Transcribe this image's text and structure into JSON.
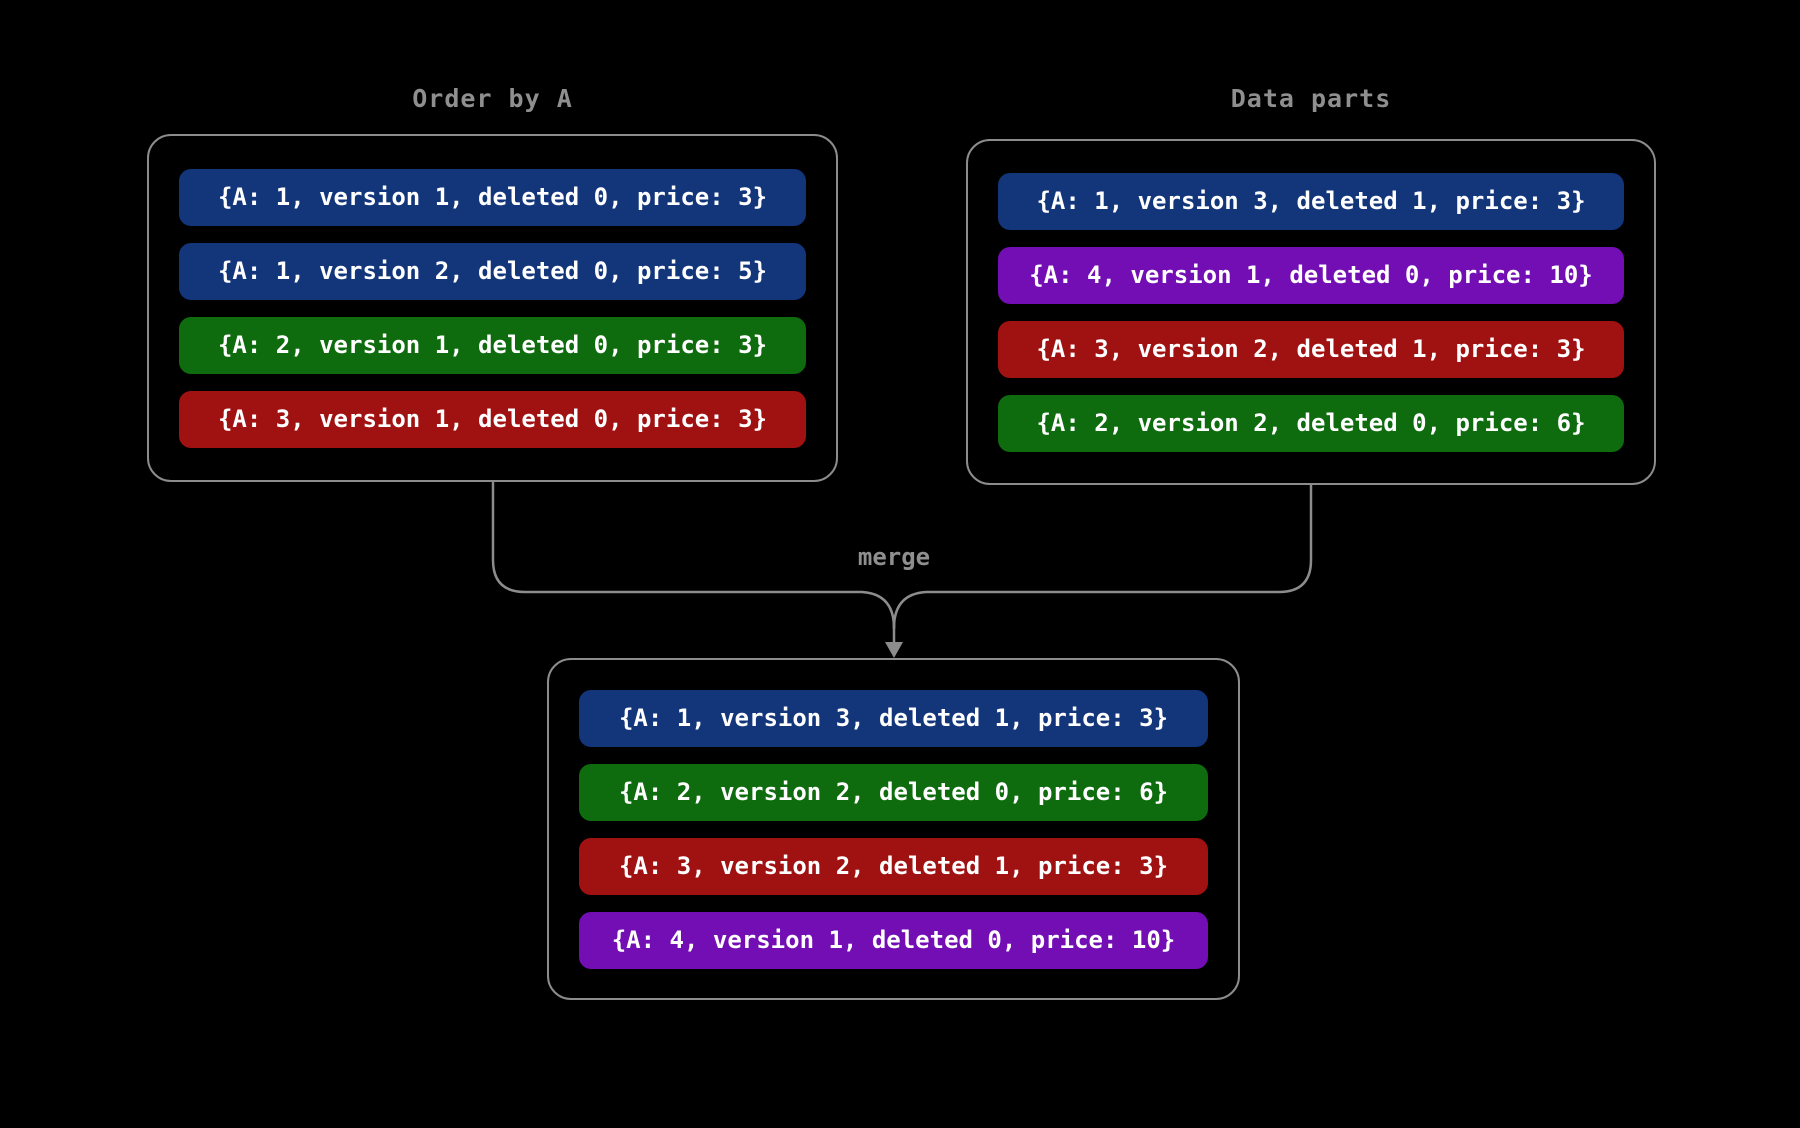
{
  "colors": {
    "background": "#000000",
    "panel_border": "#8c8c8c",
    "title_text": "#8f8f8f",
    "connector": "#8c8c8c",
    "row_text": "#ffffff"
  },
  "left_panel": {
    "title": "Order by A",
    "rows": [
      {
        "text": "{A: 1, version 1, deleted 0, price: 3}",
        "color": "#13357a"
      },
      {
        "text": "{A: 1, version 2, deleted 0, price: 5}",
        "color": "#13357a"
      },
      {
        "text": "{A: 2, version 1, deleted 0, price: 3}",
        "color": "#0e6b0e"
      },
      {
        "text": "{A: 3, version 1, deleted 0, price: 3}",
        "color": "#a01212"
      }
    ]
  },
  "right_panel": {
    "title": "Data parts",
    "rows": [
      {
        "text": "{A: 1, version 3, deleted 1, price: 3}",
        "color": "#13357a"
      },
      {
        "text": "{A: 4, version 1, deleted 0, price: 10}",
        "color": "#720eb3"
      },
      {
        "text": "{A: 3, version 2, deleted 1, price: 3}",
        "color": "#a01212"
      },
      {
        "text": "{A: 2, version 2, deleted 0, price: 6}",
        "color": "#0e6b0e"
      }
    ]
  },
  "merge": {
    "label": "merge"
  },
  "result_panel": {
    "rows": [
      {
        "text": "{A: 1, version 3, deleted 1, price: 3}",
        "color": "#13357a"
      },
      {
        "text": "{A: 2, version 2, deleted 0, price: 6}",
        "color": "#0e6b0e"
      },
      {
        "text": "{A: 3, version 2, deleted 1, price: 3}",
        "color": "#a01212"
      },
      {
        "text": "{A: 4, version 1, deleted 0, price: 10}",
        "color": "#720eb3"
      }
    ]
  }
}
